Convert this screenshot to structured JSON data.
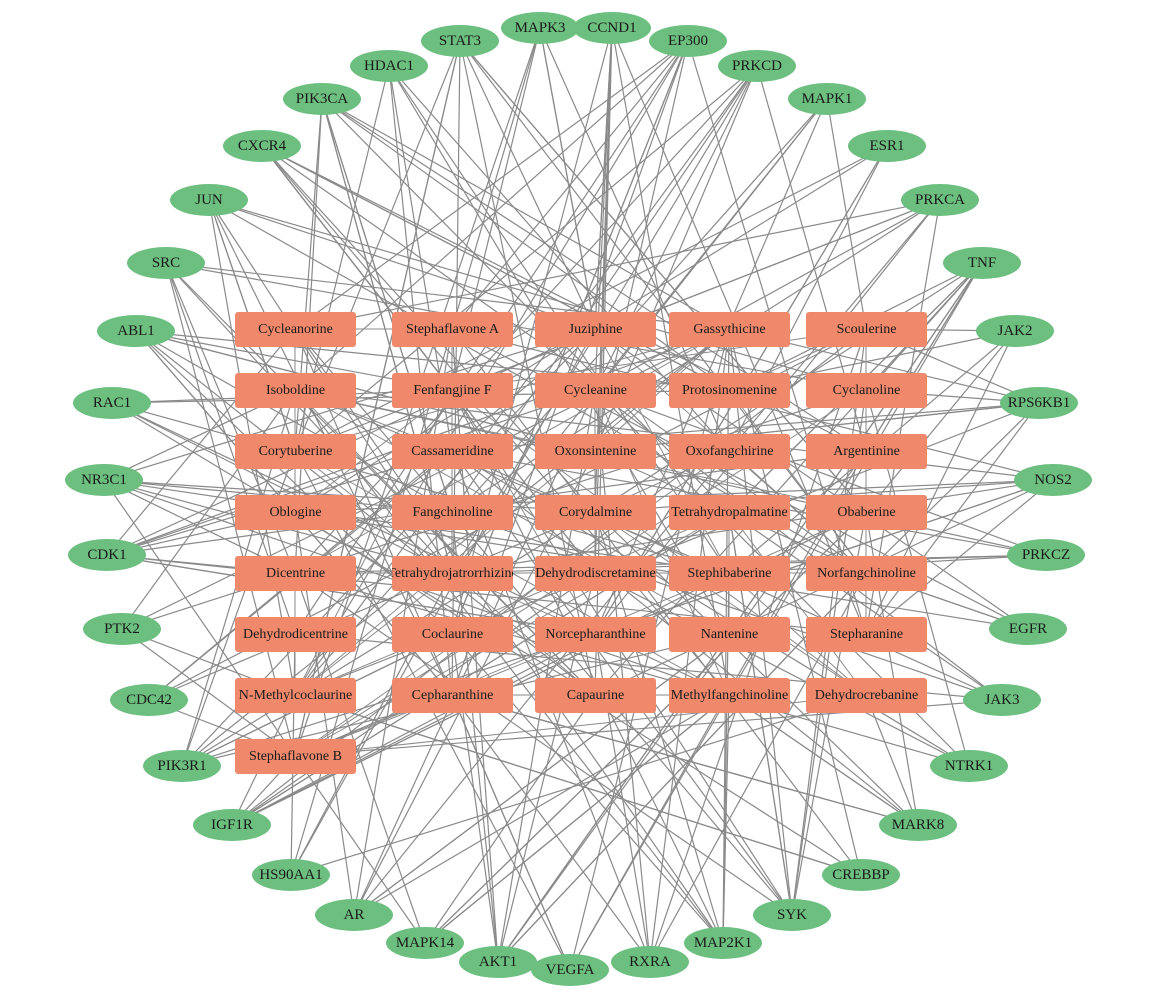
{
  "targets": [
    "STAT3",
    "MAPK3",
    "CCND1",
    "EP300",
    "HDAC1",
    "PRKCD",
    "PIK3CA",
    "MAPK1",
    "CXCR4",
    "ESR1",
    "JUN",
    "PRKCA",
    "SRC",
    "TNF",
    "ABL1",
    "JAK2",
    "RAC1",
    "RPS6KB1",
    "NR3C1",
    "NOS2",
    "CDK1",
    "PRKCZ",
    "PTK2",
    "EGFR",
    "CDC42",
    "JAK3",
    "PIK3R1",
    "NTRK1",
    "IGF1R",
    "MARK8",
    "HS90AA1",
    "CREBBP",
    "AR",
    "SYK",
    "MAPK14",
    "MAP2K1",
    "AKT1",
    "VEGFA",
    "RXRA"
  ],
  "compounds": [
    [
      "Cycleanorine",
      "Stephaflavone A",
      "Juziphine",
      "Gassythicine",
      "Scoulerine"
    ],
    [
      "Isoboldine",
      "Fenfangjine F",
      "Cycleanine",
      "Protosinomenine",
      "Cyclanoline"
    ],
    [
      "Corytuberine",
      "Cassameridine",
      "Oxonsintenine",
      "Oxofangchirine",
      "Argentinine"
    ],
    [
      "Oblogine",
      "Fangchinoline",
      "Corydalmine",
      "Tetrahydropalmatine",
      "Obaberine"
    ],
    [
      "Dicentrine",
      "Tetrahydrojatrorrhizine",
      "Dehydrodiscretamine",
      "Stephibaberine",
      "Norfangchinoline"
    ],
    [
      "Dehydrodicentrine",
      "Coclaurine",
      "Norcepharanthine",
      "Nantenine",
      "Stepharanine"
    ],
    [
      "N-Methylcoclaurine",
      "Cepharanthine",
      "Capaurine",
      "Methylfangchinoline",
      "Dehydrocrebanine"
    ],
    [
      "Stephaflavone B"
    ]
  ],
  "colors": {
    "target_fill": "#6cbf7f",
    "compound_fill": "#f0896c",
    "edge": "#8a8a8a"
  }
}
